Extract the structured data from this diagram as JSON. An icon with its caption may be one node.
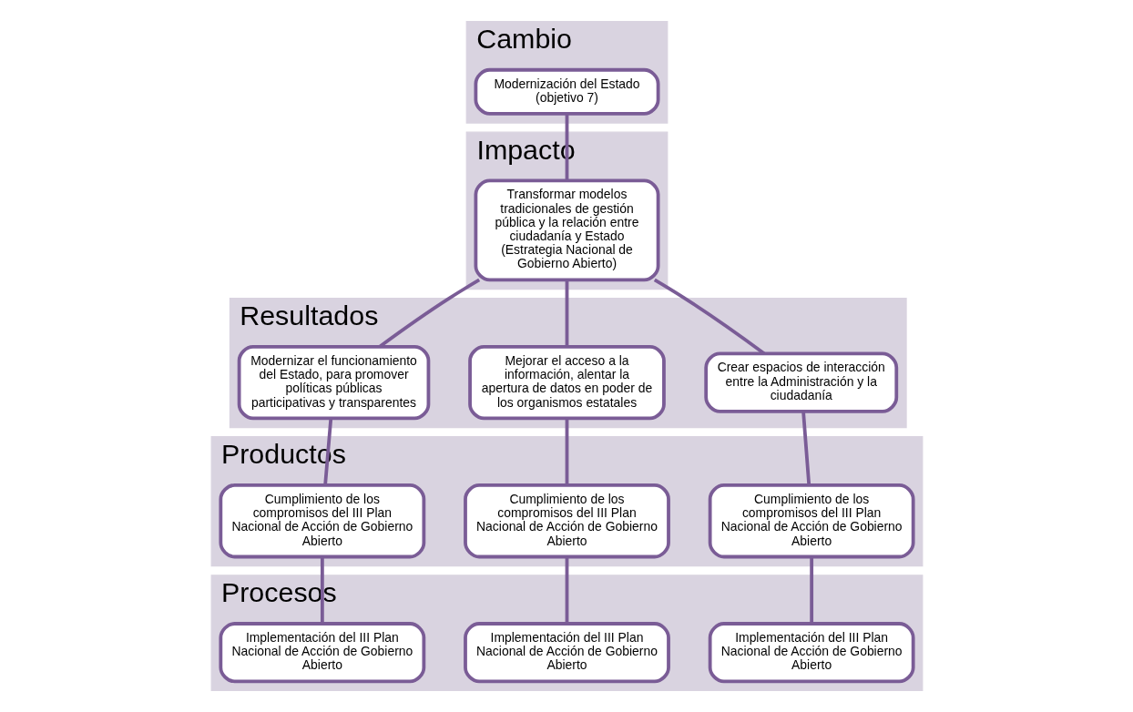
{
  "diagram": {
    "nodes": [
      {
        "text": [
          "Cambio"
        ]
      },
      {
        "text": [
          "Modernización del Estado (objetivo 7)"
        ],
        "in": 0
      },
      {
        "text": [
          "Impacto"
        ]
      },
      {
        "text": [
          "Transformar modelos tradicionales de gestión pública y la relación entre ciudadanía y Estado (Estrategia Nacional de Gobierno Abierto)"
        ],
        "in": 2
      },
      {
        "text": [
          "Resultados"
        ]
      },
      {
        "text": [
          "Crear espacios de interacción entre la Administración y la ciudadanía"
        ],
        "in": 4
      },
      {
        "text": [
          "Mejorar el acceso a la información, alentar la apertura de datos en poder de los organismos estatales"
        ],
        "in": 4
      },
      {
        "text": [
          "Modernizar el funcionamiento del Estado, para promover políticas públicas participativas y transparentes"
        ],
        "in": 4
      },
      {
        "text": [
          "Productos"
        ]
      },
      {
        "text": [
          "Cumplimiento de los compromisos del III Plan Nacional de Acción de Gobierno Abierto"
        ],
        "in": 8
      },
      {
        "text": [
          "Cumplimiento de los compromisos del III Plan Nacional de Acción de Gobierno Abierto"
        ],
        "in": 8
      },
      {
        "text": [
          "Cumplimiento de los compromisos del III Plan Nacional de Acción de Gobierno Abierto"
        ],
        "in": 8
      },
      {
        "text": [
          "Procesos"
        ]
      },
      {
        "text": [
          "Implementación del III Plan Nacional de Acción de Gobierno Abierto"
        ],
        "in": 12
      },
      {
        "text": [
          "Implementación del III Plan Nacional de Acción de Gobierno Abierto"
        ],
        "in": 12
      },
      {
        "text": [
          "Implementación del III Plan Nacional de Acción de Gobierno Abierto"
        ],
        "in": 12
      }
    ],
    "edges": [
      {
        "from": 1,
        "to": 3,
        "arrow": "none"
      },
      {
        "from": 3,
        "to": 5,
        "arrow": "none"
      },
      {
        "from": 3,
        "to": 6,
        "arrow": "none"
      },
      {
        "from": 3,
        "to": 7,
        "arrow": "none"
      },
      {
        "from": 5,
        "to": 9,
        "arrow": "none"
      },
      {
        "from": 6,
        "to": 10,
        "arrow": "none"
      },
      {
        "from": 7,
        "to": 11,
        "arrow": "none"
      },
      {
        "from": 9,
        "to": 13,
        "arrow": "none"
      },
      {
        "from": 10,
        "to": 14,
        "arrow": "none"
      },
      {
        "from": 11,
        "to": 15,
        "arrow": "none"
      }
    ]
  }
}
